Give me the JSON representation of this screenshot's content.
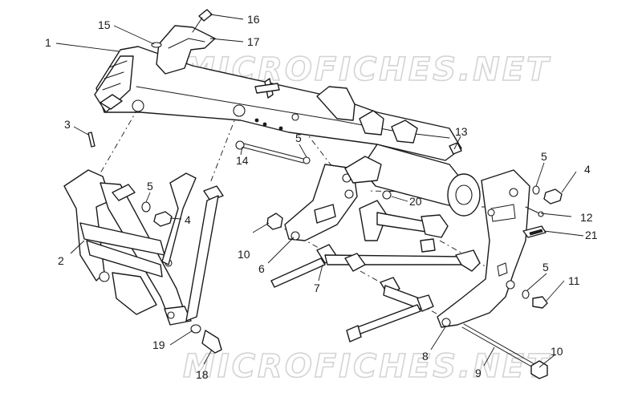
{
  "watermark": {
    "top": "MICROFICHES.NET",
    "bottom": "MICROFICHES.NET"
  },
  "callouts": [
    {
      "id": "c1",
      "label": "1"
    },
    {
      "id": "c2",
      "label": "2"
    },
    {
      "id": "c3",
      "label": "3"
    },
    {
      "id": "c4a",
      "label": "4"
    },
    {
      "id": "c4b",
      "label": "4"
    },
    {
      "id": "c5a",
      "label": "5"
    },
    {
      "id": "c5b",
      "label": "5"
    },
    {
      "id": "c5c",
      "label": "5"
    },
    {
      "id": "c5d",
      "label": "5"
    },
    {
      "id": "c6",
      "label": "6"
    },
    {
      "id": "c7",
      "label": "7"
    },
    {
      "id": "c8",
      "label": "8"
    },
    {
      "id": "c9",
      "label": "9"
    },
    {
      "id": "c10a",
      "label": "10"
    },
    {
      "id": "c10b",
      "label": "10"
    },
    {
      "id": "c11",
      "label": "11"
    },
    {
      "id": "c12",
      "label": "12"
    },
    {
      "id": "c13",
      "label": "13"
    },
    {
      "id": "c14",
      "label": "14"
    },
    {
      "id": "c15",
      "label": "15"
    },
    {
      "id": "c16",
      "label": "16"
    },
    {
      "id": "c17",
      "label": "17"
    },
    {
      "id": "c18",
      "label": "18"
    },
    {
      "id": "c19",
      "label": "19"
    },
    {
      "id": "c20",
      "label": "20"
    },
    {
      "id": "c21",
      "label": "21"
    }
  ],
  "colors": {
    "line": "#1a1a1a",
    "watermark": "#d4d4d4",
    "background": "#ffffff"
  }
}
